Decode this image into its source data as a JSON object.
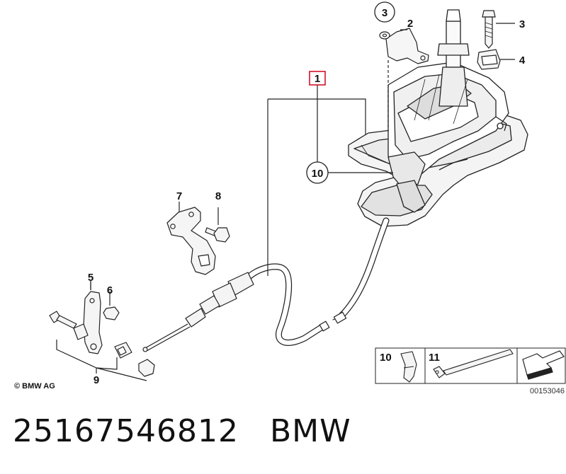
{
  "callouts": {
    "c1": "1",
    "c2": "2",
    "c3a": "3",
    "c3b": "3",
    "c4": "4",
    "c5": "5",
    "c6": "6",
    "c7": "7",
    "c8": "8",
    "c9": "9",
    "c10": "10"
  },
  "inset": {
    "label_10": "10",
    "label_11": "11"
  },
  "figure_code": "00153046",
  "copyright": "© BMW AG",
  "part_number": "25167546812",
  "brand": "BMW",
  "colors": {
    "line": "#222222",
    "highlight": "#d0021b"
  }
}
